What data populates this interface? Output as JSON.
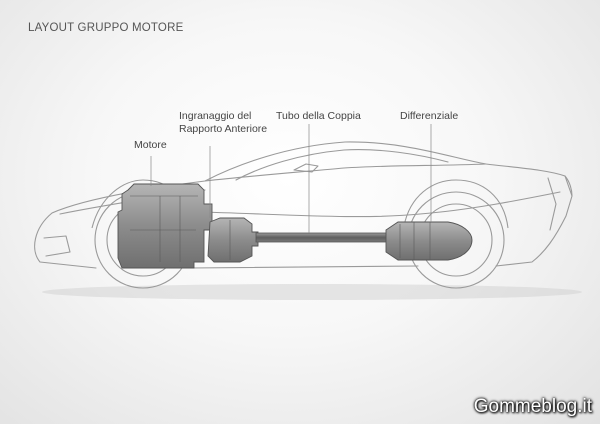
{
  "title": "LAYOUT GRUPPO MOTORE",
  "labels": {
    "motore": "Motore",
    "ingranaggio_line1": "Ingranaggio del",
    "ingranaggio_line2": "Rapporto Anteriore",
    "tubo": "Tubo della Coppia",
    "differenziale": "Differenziale"
  },
  "watermark": "Gommeblog.it",
  "colors": {
    "outline": "#999999",
    "component_fill": "#8f8f8f",
    "component_stroke": "#555555",
    "leader_line": "#888888",
    "text": "#444444"
  }
}
